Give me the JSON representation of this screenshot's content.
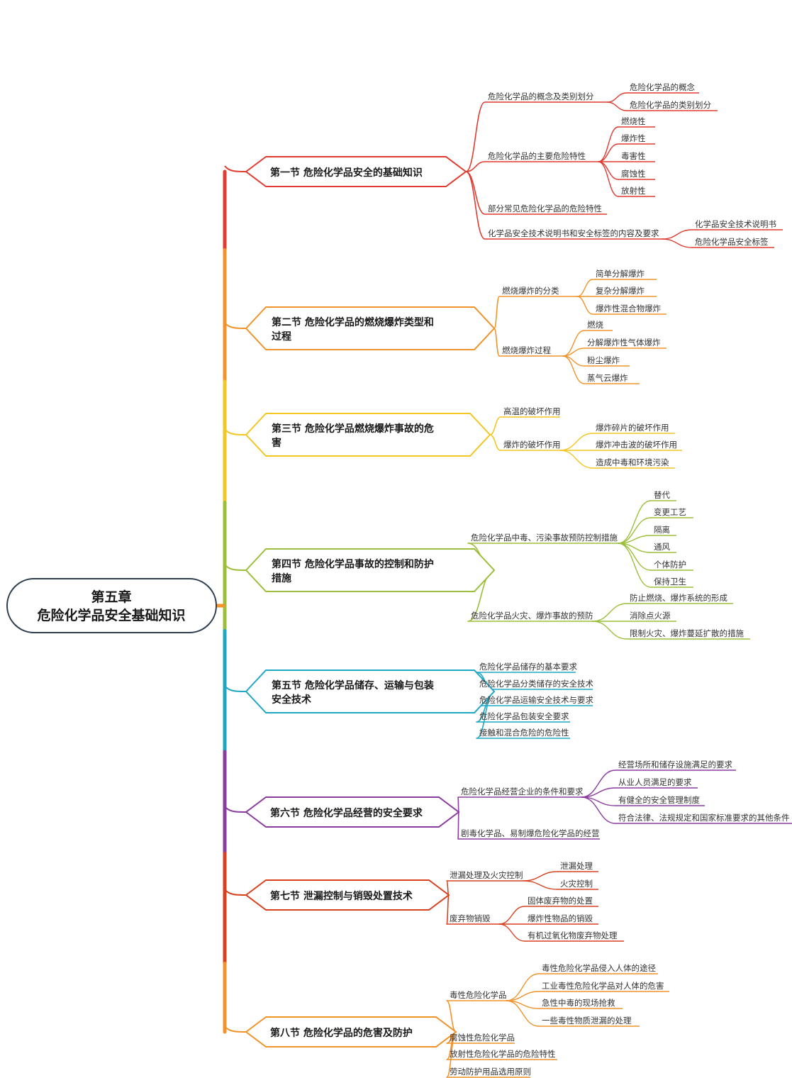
{
  "root": {
    "line1": "第五章",
    "line2": "危险化学品安全基础知识"
  },
  "sections": [
    {
      "lines": [
        "第一节 危险化学品安全的基础知识"
      ],
      "color": "#e03c31",
      "children": [
        {
          "label": "危险化学品的概念及类别划分",
          "children": [
            "危险化学品的概念",
            "危险化学品的类别划分"
          ]
        },
        {
          "label": "危险化学品的主要危险特性",
          "children": [
            "燃烧性",
            "爆炸性",
            "毒害性",
            "腐蚀性",
            "放射性"
          ]
        },
        {
          "label": "部分常见危险化学品的危险特性",
          "children": []
        },
        {
          "label": "化学品安全技术说明书和安全标签的内容及要求",
          "children": [
            "化学品安全技术说明书",
            "危险化学品安全标签"
          ]
        }
      ]
    },
    {
      "lines": [
        "第二节 危险化学品的燃烧爆炸类型和",
        "过程"
      ],
      "color": "#f0932b",
      "children": [
        {
          "label": "燃烧爆炸的分类",
          "children": [
            "简单分解爆炸",
            "复杂分解爆炸",
            "爆炸性混合物爆炸"
          ]
        },
        {
          "label": "燃烧爆炸过程",
          "children": [
            "燃烧",
            "分解爆炸性气体爆炸",
            "粉尘爆炸",
            "蒸气云爆炸"
          ]
        }
      ]
    },
    {
      "lines": [
        "第三节 危险化学品燃烧爆炸事故的危",
        "害"
      ],
      "color": "#f3c623",
      "children": [
        {
          "label": "高温的破坏作用",
          "children": []
        },
        {
          "label": "爆炸的破坏作用",
          "children": [
            "爆炸碎片的破坏作用",
            "爆炸冲击波的破坏作用",
            "造成中毒和环境污染"
          ]
        }
      ]
    },
    {
      "lines": [
        "第四节 危险化学品事故的控制和防护",
        "措施"
      ],
      "color": "#9cbf3b",
      "children": [
        {
          "label": "危险化学品中毒、污染事故预防控制措施",
          "children": [
            "替代",
            "变更工艺",
            "隔离",
            "通风",
            "个体防护",
            "保持卫生"
          ]
        },
        {
          "label": "危险化学品火灾、爆炸事故的预防",
          "children": [
            "防止燃烧、爆炸系统的形成",
            "消除点火源",
            "限制火灾、爆炸蔓延扩散的措施"
          ]
        }
      ]
    },
    {
      "lines": [
        "第五节 危险化学品储存、运输与包装",
        "安全技术"
      ],
      "color": "#1ea7c5",
      "children": [
        {
          "label": "危险化学品储存的基本要求",
          "children": []
        },
        {
          "label": "危险化学品分类储存的安全技术",
          "children": []
        },
        {
          "label": "危险化学品运输安全技术与要求",
          "children": []
        },
        {
          "label": "危险化学品包装安全要求",
          "children": []
        },
        {
          "label": "接触和混合危险的危险性",
          "children": []
        }
      ]
    },
    {
      "lines": [
        "第六节 危险化学品经营的安全要求"
      ],
      "color": "#8a3d9e",
      "children": [
        {
          "label": "危险化学品经营企业的条件和要求",
          "children": [
            "经营场所和储存设施满足的要求",
            "从业人员满足的要求",
            "有健全的安全管理制度",
            "符合法律、法规规定和国家标准要求的其他条件"
          ]
        },
        {
          "label": "剧毒化学品、易制爆危险化学品的经营",
          "children": []
        }
      ]
    },
    {
      "lines": [
        "第七节 泄漏控制与销毁处置技术"
      ],
      "color": "#d9411e",
      "children": [
        {
          "label": "泄漏处理及火灾控制",
          "children": [
            "泄漏处理",
            "火灾控制"
          ]
        },
        {
          "label": "废弃物销毁",
          "children": [
            "固体废弃物的处置",
            "爆炸性物品的销毁",
            "有机过氧化物废弃物处理"
          ]
        }
      ]
    },
    {
      "lines": [
        "第八节 危险化学品的危害及防护"
      ],
      "color": "#f0932b",
      "children": [
        {
          "label": "毒性危险化学品",
          "children": [
            "毒性危险化学品侵入人体的途径",
            "工业毒性危险化学品对人体的危害",
            "急性中毒的现场抢救",
            "一些毒性物质泄漏的处理"
          ]
        },
        {
          "label": "腐蚀性危险化学品",
          "children": []
        },
        {
          "label": "放射性危险化学品的危险特性",
          "children": []
        },
        {
          "label": "劳动防护用品选用原则",
          "children": []
        }
      ]
    }
  ]
}
